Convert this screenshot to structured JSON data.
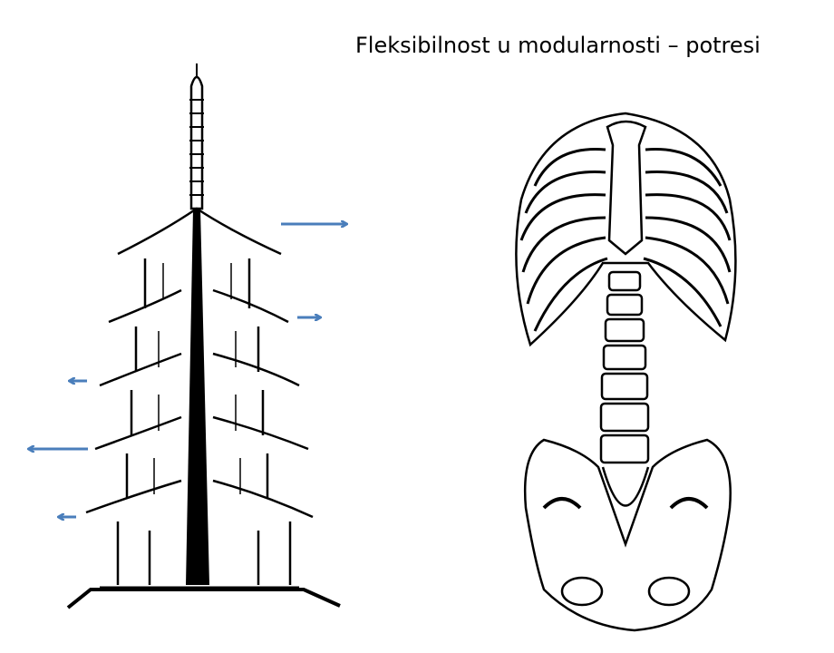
{
  "slide": {
    "title": "Fleksibilnost u modularnosti – potresi"
  },
  "colors": {
    "arrow": "#4a7ebb",
    "ink": "#000000"
  },
  "figures": {
    "left": "pagoda-illustration",
    "right": "skeleton-torso-illustration"
  },
  "arrows": [
    {
      "direction": "right"
    },
    {
      "direction": "right"
    },
    {
      "direction": "left"
    },
    {
      "direction": "left"
    },
    {
      "direction": "left"
    }
  ]
}
